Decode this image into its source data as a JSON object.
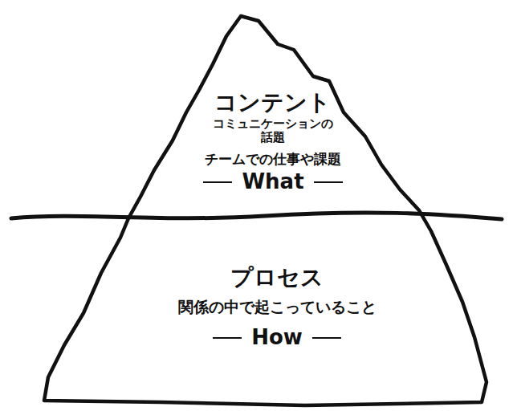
{
  "diagram": {
    "nodes": [
      {
        "text": [
          "コンテント",
          "コミュニケーションの 話題",
          "チームでの仕事や課題",
          "What"
        ]
      },
      {
        "text": [
          "プロセス",
          "関係の中で起こっていること",
          "How"
        ]
      }
    ]
  }
}
